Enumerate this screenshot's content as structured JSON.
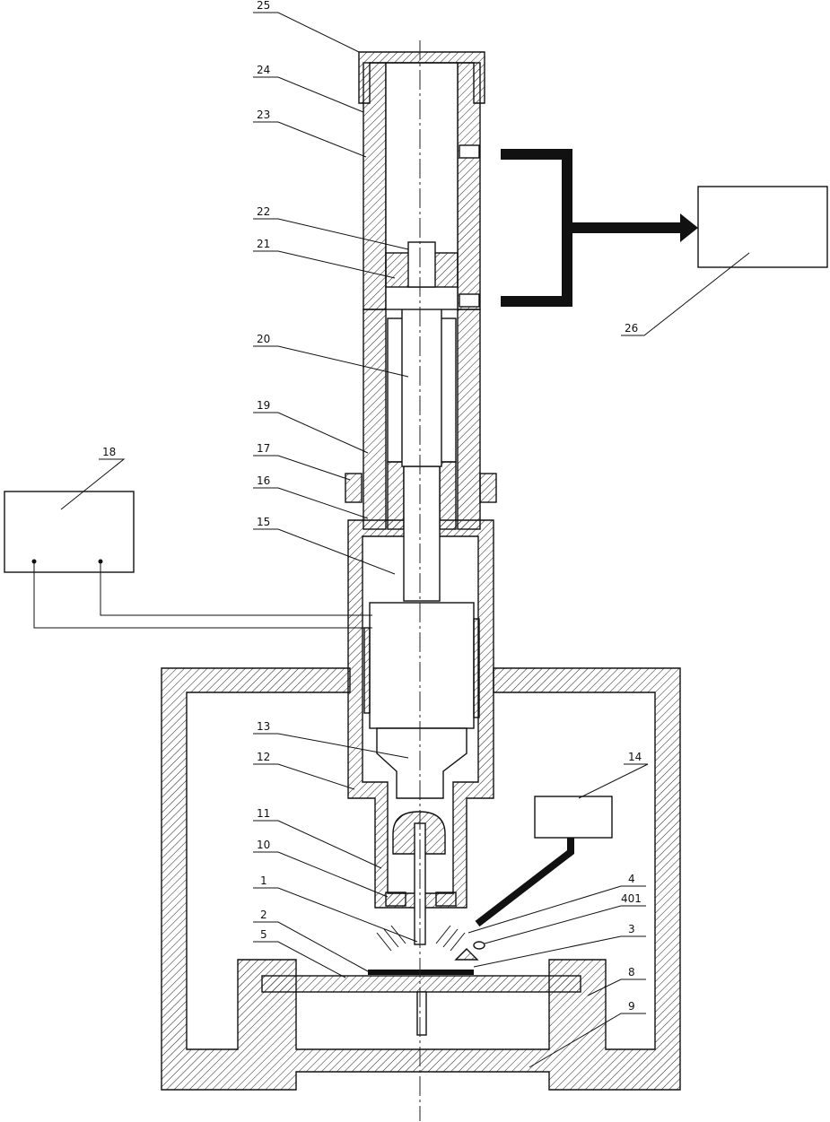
{
  "labels": {
    "l1": "1",
    "l2": "2",
    "l3": "3",
    "l4": "4",
    "l401": "401",
    "l5": "5",
    "l8": "8",
    "l9": "9",
    "l10": "10",
    "l11": "11",
    "l12": "12",
    "l13": "13",
    "l14": "14",
    "l15": "15",
    "l16": "16",
    "l17": "17",
    "l18": "18",
    "l19": "19",
    "l20": "20",
    "l21": "21",
    "l22": "22",
    "l23": "23",
    "l24": "24",
    "l25": "25",
    "l26": "26"
  },
  "colors": {
    "line": "#111111",
    "background": "#ffffff"
  }
}
